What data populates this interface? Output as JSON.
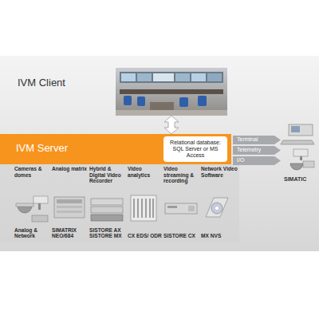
{
  "diagram": {
    "nodes": [
      {
        "text": [
          "IVM Client"
        ]
      },
      {
        "text": [
          "IVM Server"
        ]
      },
      {
        "text": [
          "Relational database: SQL Server or MS Access"
        ],
        "in": 1
      },
      {
        "text": [
          "Terminal"
        ]
      },
      {
        "text": [
          "Telemetry"
        ]
      },
      {
        "text": [
          "I/O"
        ]
      },
      {
        "text": [
          "SIMATIC"
        ]
      },
      {
        "text": [
          "Cameras & domes",
          "Analog & Network"
        ]
      },
      {
        "text": [
          "Analog matrix",
          "SIMATRIX NEO/684"
        ]
      },
      {
        "text": [
          "Hybrid & Digital Video Recorder",
          "SISTORE AX SISTORE MX"
        ]
      },
      {
        "text": [
          "Video analytics",
          "CX EDS/ ODR"
        ]
      },
      {
        "text": [
          "Video streaming & recording",
          "SISTORE CX"
        ]
      },
      {
        "text": [
          "Network Video Software",
          "MX NVS"
        ]
      }
    ],
    "edges": [
      {
        "from": 0,
        "to": 1,
        "arrow": "both"
      }
    ]
  }
}
